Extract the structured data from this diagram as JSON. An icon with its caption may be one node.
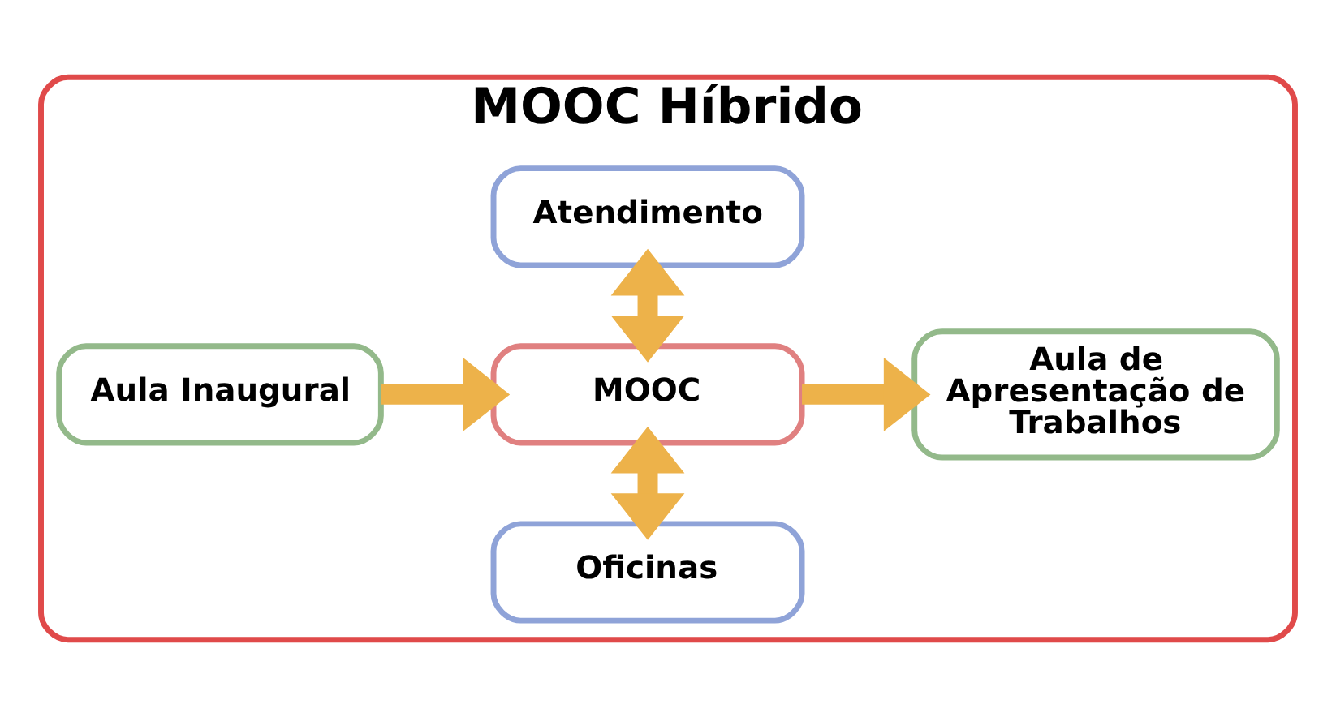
{
  "diagram": {
    "nodes": [
      {
        "text": [
          "MOOC Híbrido"
        ]
      },
      {
        "text": [
          "Oficinas"
        ],
        "in": 0
      },
      {
        "text": [
          "Aula Inaugural"
        ],
        "in": 0
      },
      {
        "text": [
          "MOOC"
        ],
        "in": 0
      },
      {
        "text": [
          "Aula de Apresentação de Trabalhos"
        ],
        "in": 0
      },
      {
        "text": [
          "Atendimento"
        ],
        "in": 0
      }
    ],
    "edges": [
      {
        "from": 2,
        "to": 3,
        "arrow": "to"
      },
      {
        "from": 3,
        "to": 4,
        "arrow": "to"
      },
      {
        "from": 1,
        "to": 3,
        "arrow": "both"
      },
      {
        "from": 3,
        "to": 5,
        "arrow": "both"
      }
    ]
  }
}
